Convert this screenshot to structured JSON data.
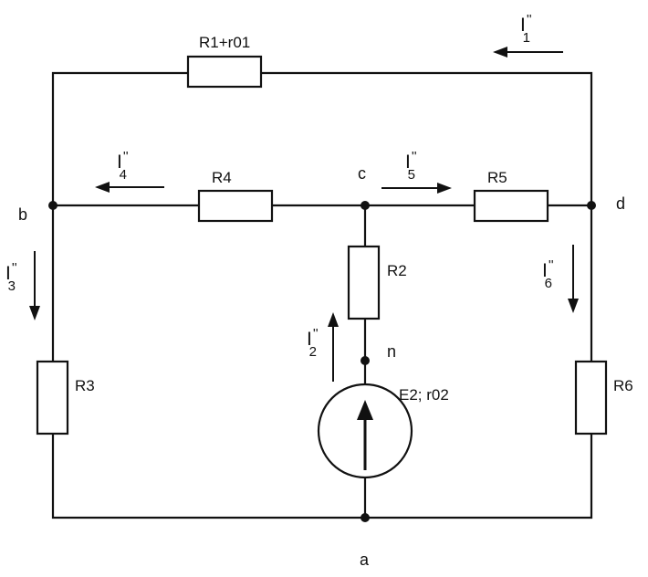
{
  "resistors": {
    "r1": "R1+r01",
    "r2": "R2",
    "r3": "R3",
    "r4": "R4",
    "r5": "R5",
    "r6": "R6"
  },
  "source": {
    "label": "E2; r02"
  },
  "nodes": {
    "a": "a",
    "b": "b",
    "c": "c",
    "d": "d",
    "n": "n"
  },
  "currents": {
    "i1": {
      "main": "I",
      "prime": "''",
      "sub": "1"
    },
    "i2": {
      "main": "I",
      "prime": "''",
      "sub": "2"
    },
    "i3": {
      "main": "I",
      "prime": "''",
      "sub": "3"
    },
    "i4": {
      "main": "I",
      "prime": "''",
      "sub": "4"
    },
    "i5": {
      "main": "I",
      "prime": "''",
      "sub": "5"
    },
    "i6": {
      "main": "I",
      "prime": "''",
      "sub": "6"
    }
  }
}
